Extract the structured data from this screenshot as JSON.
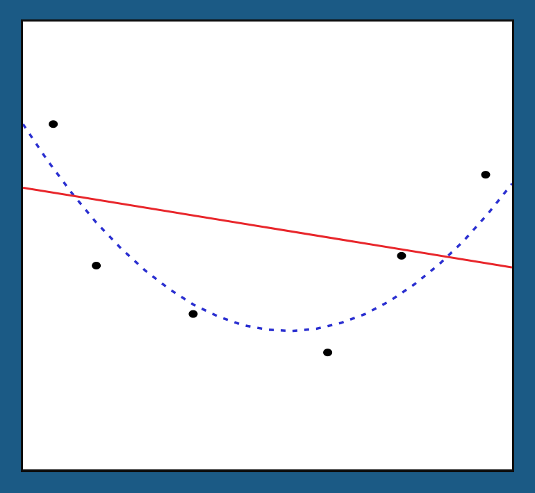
{
  "chart_data": {
    "type": "scatter",
    "title": "",
    "xlabel": "",
    "ylabel": "",
    "xlim": [
      0,
      10
    ],
    "ylim": [
      0,
      10
    ],
    "grid": false,
    "points": {
      "x": [
        0.62,
        1.5,
        3.48,
        6.23,
        7.74,
        9.46
      ],
      "y": [
        7.71,
        4.55,
        3.47,
        2.61,
        4.77,
        6.58
      ],
      "color": "#000000"
    },
    "linear_fit": {
      "x": [
        0.0,
        10.0
      ],
      "y": [
        6.29,
        4.51
      ],
      "color": "#e8262b",
      "style": "solid"
    },
    "quadratic_fit": {
      "x": [
        0.0,
        0.5,
        1.0,
        1.5,
        2.0,
        2.5,
        3.0,
        3.5,
        4.0,
        4.5,
        5.0,
        5.5,
        6.0,
        6.5,
        7.0,
        7.5,
        8.0,
        8.5,
        9.0,
        9.5,
        10.0
      ],
      "y": [
        7.71,
        6.9,
        6.17,
        5.51,
        4.94,
        4.44,
        4.02,
        3.67,
        3.41,
        3.22,
        3.12,
        3.09,
        3.14,
        3.27,
        3.47,
        3.76,
        4.13,
        4.57,
        5.09,
        5.7,
        6.38
      ],
      "color": "#2a2fd0",
      "style": "dotted"
    }
  }
}
